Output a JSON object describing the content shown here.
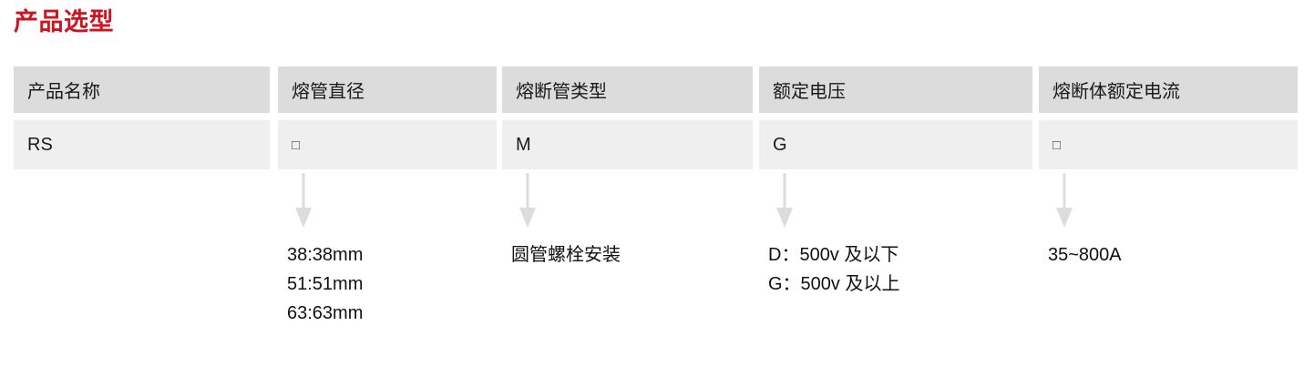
{
  "title": "产品选型",
  "theme": {
    "title_color": "#cf1421",
    "header_bg": "#dcdcdc",
    "value_bg": "#efefef",
    "arrow_color": "#dcdcdc",
    "text_color": "#1a1a1a",
    "page_bg": "#ffffff"
  },
  "table": {
    "columns": [
      {
        "header": "产品名称",
        "value": "RS",
        "has_arrow": false,
        "notes": []
      },
      {
        "header": "熔管直径",
        "value": "□",
        "has_arrow": true,
        "notes": [
          "38:38mm",
          "51:51mm",
          "63:63mm"
        ]
      },
      {
        "header": "熔断管类型",
        "value": "M",
        "has_arrow": true,
        "notes": [
          "圆管螺栓安装"
        ]
      },
      {
        "header": "额定电压",
        "value": "G",
        "has_arrow": true,
        "notes": [
          "D：500v 及以下",
          "G：500v 及以上"
        ]
      },
      {
        "header": "熔断体额定电流",
        "value": "□",
        "has_arrow": true,
        "notes": [
          "35~800A"
        ]
      }
    ]
  },
  "icons": {
    "down_arrow": "down-arrow-icon",
    "square_placeholder": "square-placeholder-icon"
  }
}
